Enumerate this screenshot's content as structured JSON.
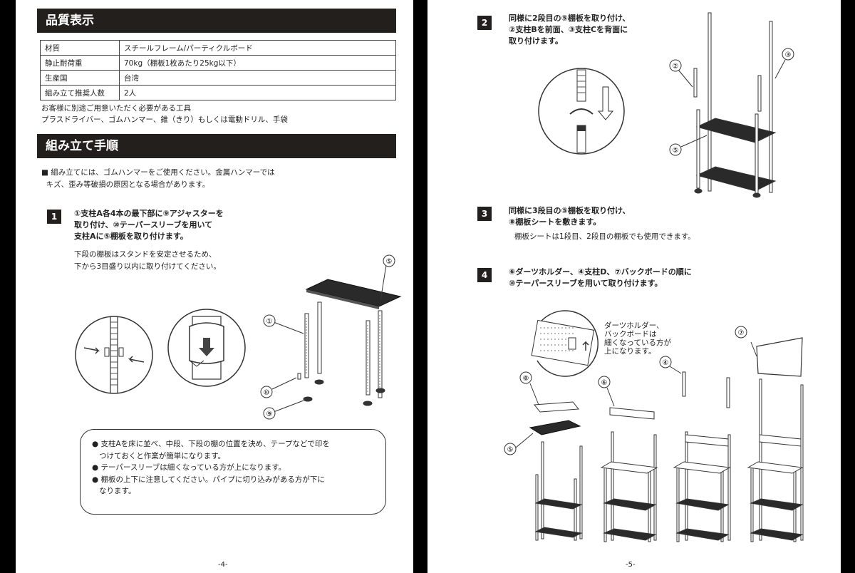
{
  "left": {
    "quality_heading": "品質表示",
    "spec_rows": [
      {
        "key": "材質",
        "value": "スチールフレーム/パーティクルボード"
      },
      {
        "key": "静止耐荷重",
        "value": "70kg（棚板1枚あたり25kg以下）"
      },
      {
        "key": "生産国",
        "value": "台湾"
      },
      {
        "key": "組み立て推奨人数",
        "value": "2人"
      }
    ],
    "tools_line1": "お客様に別途ご用意いただく必要がある工具",
    "tools_line2": "プラスドライバー、ゴムハンマー、錐（きり）もしくは電動ドリル、手袋",
    "assembly_heading": "組み立て手順",
    "intro_line1": "■ 組み立てには、ゴムハンマーをご使用ください。金属ハンマーでは",
    "intro_line2": "  キズ、歪み等破損の原因となる場合があります。",
    "step1": {
      "num": "1",
      "title_line1": "①支柱A各4本の最下部に⑨アジャスターを",
      "title_line2": "取り付け、⑩テーパースリーブを用いて",
      "title_line3": "支柱Aに⑤棚板を取り付けます。",
      "sub_line1": "下段の棚板はスタンドを安定させるため、",
      "sub_line2": "下から3目盛り以内に取り付けてください。"
    },
    "parts": {
      "p1": "①",
      "p5": "⑤",
      "p9": "⑨",
      "p10": "⑩"
    },
    "notes": [
      "● 支柱Aを床に並べ、中段、下段の棚の位置を決め、テープなどで印を",
      "   つけておくと作業が簡単になります。",
      "● テーパースリーブは細くなっている方が上になります。",
      "● 棚板の上下に注意してください。パイプに切り込みがある方が下に",
      "   なります。"
    ],
    "page_number": "-4-"
  },
  "right": {
    "step2": {
      "num": "2",
      "title_line1": "同様に2段目の⑤棚板を取り付け、",
      "title_line2": "②支柱Bを前面、③支柱Cを背面に",
      "title_line3": "取り付けます。"
    },
    "step3": {
      "num": "3",
      "title_line1": "同様に3段目の⑤棚板を取り付け、",
      "title_line2": "⑧棚板シートを敷きます。",
      "sub": "棚板シートは1段目、2段目の棚板でも使用できます。"
    },
    "step4": {
      "num": "4",
      "title_line1": "⑥ダーツホルダー、④支柱D、⑦バックボードの順に",
      "title_line2": "⑩テーパースリーブを用いて取り付けます。"
    },
    "callout_line1": "ダーツホルダー、",
    "callout_line2": "バックボードは",
    "callout_line3": "細くなっている方が",
    "callout_line4": "上になります。",
    "parts": {
      "p2": "②",
      "p3": "③",
      "p4": "④",
      "p5": "⑤",
      "p6": "⑥",
      "p7": "⑦",
      "p8": "⑧"
    },
    "page_number": "-5-"
  }
}
